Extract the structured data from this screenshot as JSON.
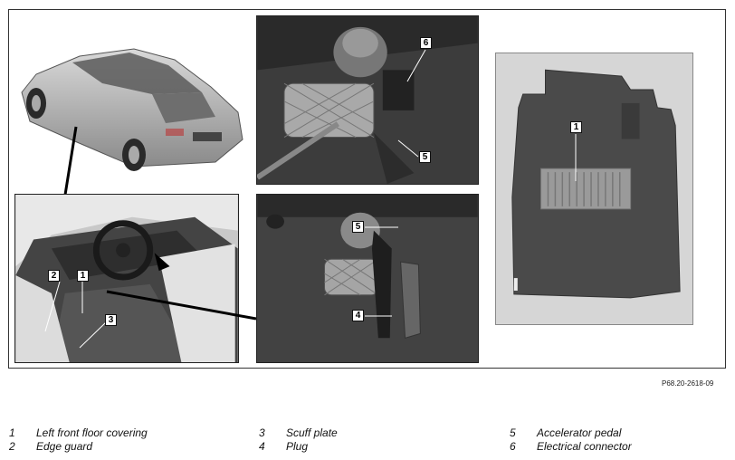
{
  "figure": {
    "reference_code": "P68.20-2618-09",
    "callouts": {
      "interior_1": "1",
      "interior_2": "2",
      "interior_3": "3",
      "pedal_top_6": "6",
      "pedal_top_5": "5",
      "pedal_bottom_5": "5",
      "pedal_bottom_4": "4",
      "mat_1": "1"
    }
  },
  "legend": [
    {
      "num": "1",
      "label": "Left front floor covering"
    },
    {
      "num": "2",
      "label": "Edge guard"
    },
    {
      "num": "3",
      "label": "Scuff plate"
    },
    {
      "num": "4",
      "label": "Plug"
    },
    {
      "num": "5",
      "label": "Accelerator pedal"
    },
    {
      "num": "6",
      "label": "Electrical connector"
    }
  ]
}
